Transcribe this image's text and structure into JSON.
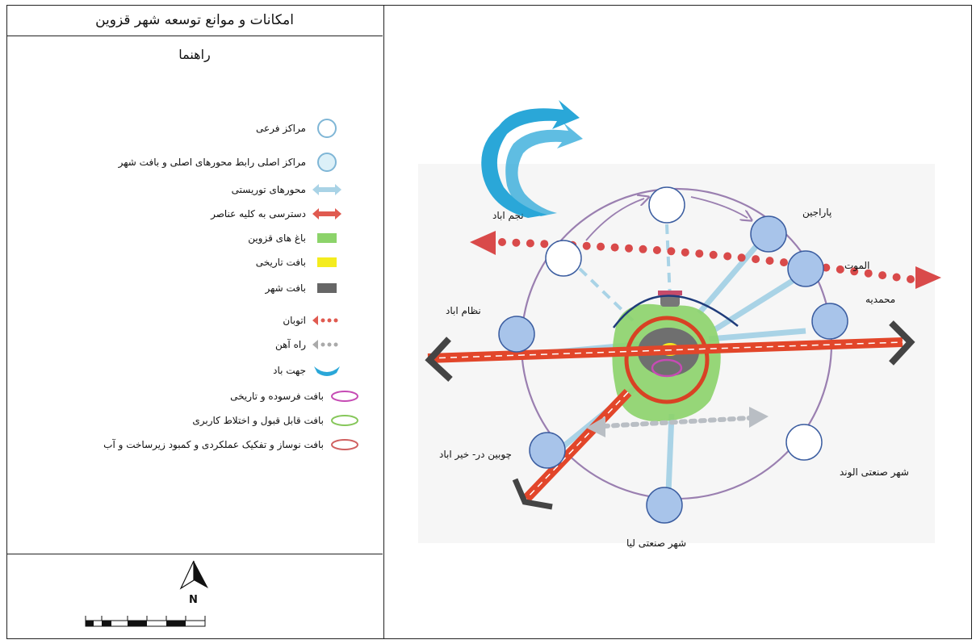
{
  "legend_panel": {
    "title": "امکانات و موانع توسعه شهر قزوین",
    "subtitle": "راهنما",
    "items": [
      {
        "label": "مراکز فرعی",
        "icon": "outline-circle-icon"
      },
      {
        "label": "مراکز اصلی رابط محورهای اصلی و بافت شهر",
        "icon": "filled-circle-icon"
      },
      {
        "label": "محورهای توریستی",
        "icon": "double-arrow-lightblue-icon"
      },
      {
        "label": "دسترسی به کلیه عناصر",
        "icon": "double-arrow-red-icon"
      },
      {
        "label": "باغ های قزوین",
        "icon": "green-rect-icon"
      },
      {
        "label": "بافت تاریخی",
        "icon": "yellow-rect-icon"
      },
      {
        "label": "بافت شهر",
        "icon": "gray-rect-icon"
      },
      {
        "label": "اتوبان",
        "icon": "dotted-red-arrow-icon"
      },
      {
        "label": "راه آهن",
        "icon": "dotted-gray-arrow-icon"
      },
      {
        "label": "جهت باد",
        "icon": "wind-direction-icon"
      },
      {
        "label": "بافت فرسوده و تاریخی",
        "icon": "purple-ellipse-icon"
      },
      {
        "label": "بافت قابل قبول و اختلاط کاربری",
        "icon": "green-ellipse-icon"
      },
      {
        "label": "بافت نوساز و تفکیک عملکردی و کمبود زیرساخت و آب",
        "icon": "red-ellipse-icon"
      }
    ],
    "north_label": "N"
  },
  "map_labels": {
    "najm_abad": "نجم اباد",
    "parajin": "پاراجین",
    "alamut": "الموت",
    "mohammadieh": "محمدیه",
    "nezam_abad": "نظام اباد",
    "choobin": "چوبین در- خیر اباد",
    "alvand": "شهر صنعتی الوند",
    "lia": "شهر صنعتی لیا"
  },
  "colors": {
    "light_blue": "#a9d3e6",
    "red_arrow": "#e05a50",
    "center_fill": "#a8c4ea",
    "circle_stroke": "#3b5da0",
    "ring": "#9a7fb0",
    "garden": "#8cd36a",
    "highway": "#e2462a",
    "rail": "#b9bec4",
    "wind": "#2aa7d8"
  }
}
